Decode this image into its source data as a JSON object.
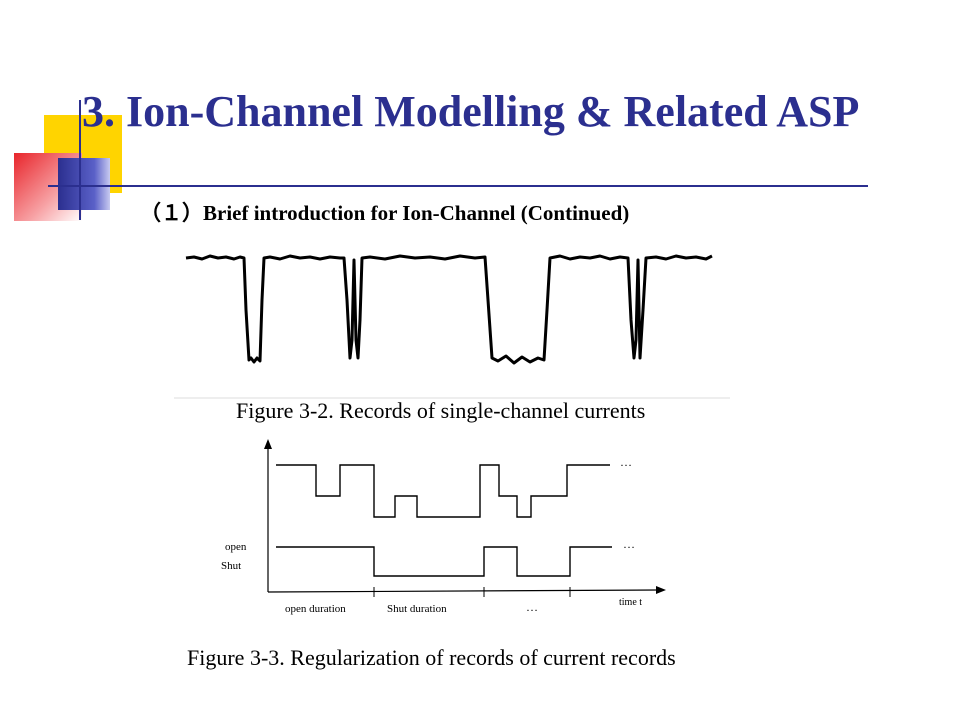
{
  "slide": {
    "title": "3. Ion-Channel Modelling & Related ASP",
    "subtitle": "（１）Brief introduction for Ion-Channel (Continued)"
  },
  "figure_3_2": {
    "caption": "Figure 3-2. Records of single-channel currents"
  },
  "figure_3_3": {
    "caption": "Figure 3-3. Regularization of records of current records",
    "labels": {
      "open": "open",
      "shut": "Shut",
      "time": "time t",
      "open_duration": "open duration",
      "shut_duration": "Shut duration",
      "ellipsis": "…"
    }
  },
  "colors": {
    "title": "#2b2f8f",
    "deco_yellow": "#ffd400",
    "deco_red": "#e8252b",
    "deco_blue": "#2b2f8f"
  }
}
